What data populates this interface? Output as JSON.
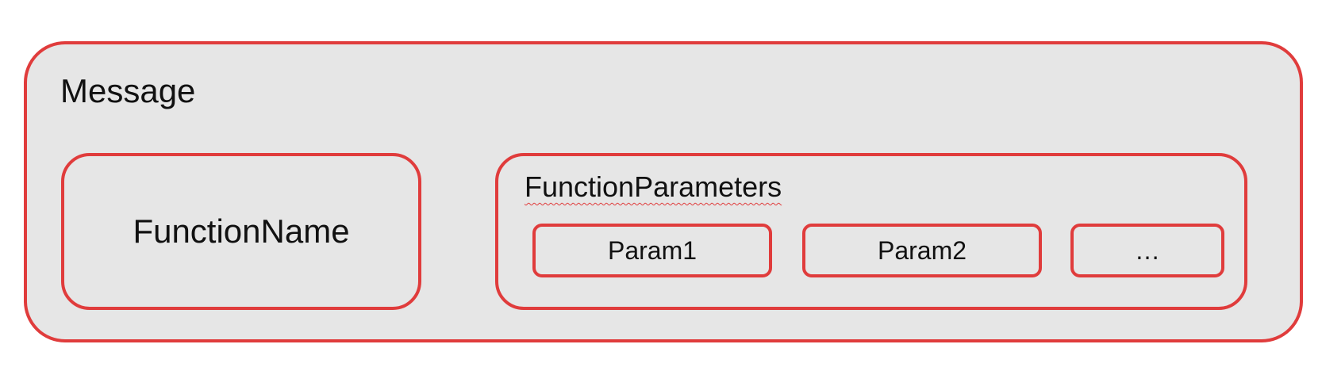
{
  "diagram": {
    "message": {
      "label": "Message"
    },
    "function_name": {
      "label": "FunctionName"
    },
    "function_parameters": {
      "label": "FunctionParameters",
      "params": [
        {
          "label": "Param1"
        },
        {
          "label": "Param2"
        },
        {
          "label": "…"
        }
      ]
    },
    "colors": {
      "border": "#e03c3c",
      "fill": "#e6e6e6",
      "text": "#111111"
    }
  }
}
